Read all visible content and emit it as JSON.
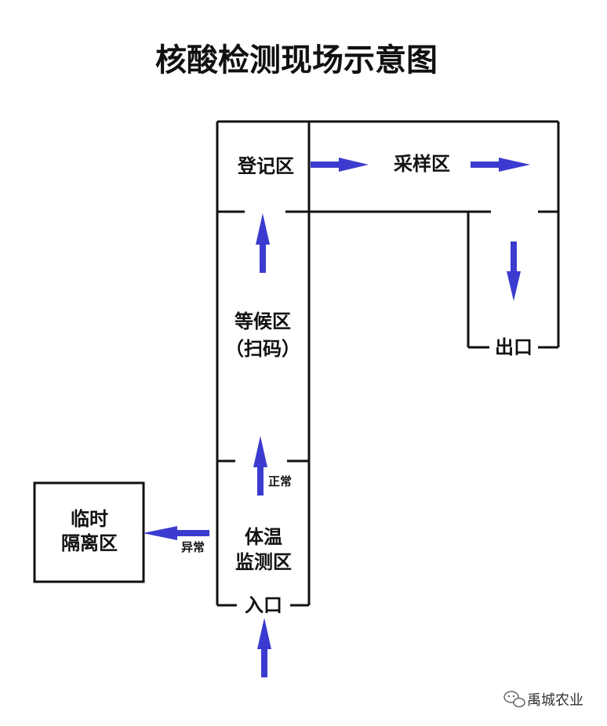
{
  "title": "核酸检测现场示意图",
  "zones": {
    "registration": "登记区",
    "sampling": "采样区",
    "waiting_line1": "等候区",
    "waiting_line2": "（扫码）",
    "exit": "出口",
    "temperature_line1": "体温",
    "temperature_line2": "监测区",
    "entrance": "入口",
    "isolation_line1": "临时",
    "isolation_line2": "隔离区"
  },
  "branches": {
    "normal": "正常",
    "abnormal": "异常"
  },
  "watermark": {
    "icon": "wechat-icon",
    "text": "禹城农业"
  },
  "colors": {
    "arrow": "#3b3bd0",
    "wall": "#111111"
  }
}
